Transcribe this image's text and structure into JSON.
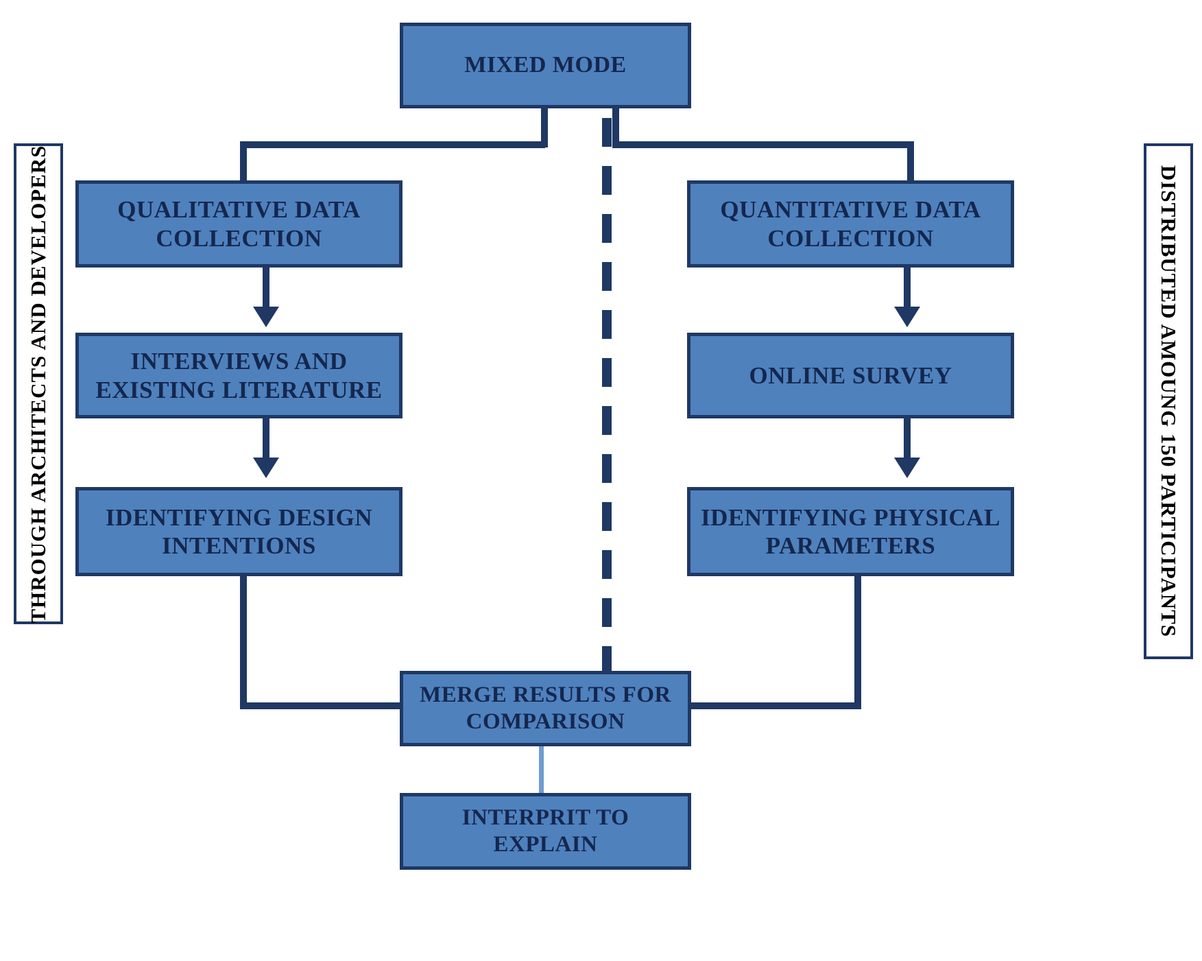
{
  "diagram": {
    "title": "MIXED MODE",
    "branches": {
      "left_caption": "THROUGH ARCHITECTS AND DEVELOPERS",
      "right_caption": "DISTRIBUTED AMOUNG 150 PARTICIPANTS"
    },
    "nodes": {
      "root": "MIXED MODE",
      "left_1": "QUALITATIVE DATA\nCOLLECTION",
      "left_2": "INTERVIEWS AND\nEXISTING LITERATURE",
      "left_3": "IDENTIFYING DESIGN\nINTENTIONS",
      "right_1": "QUANTITATIVE DATA\nCOLLECTION",
      "right_2": "ONLINE SURVEY",
      "right_3": "IDENTIFYING PHYSICAL\nPARAMETERS",
      "merge": "MERGE RESULTS FOR\nCOMPARISON",
      "interpret": "INTERPRIT TO\nEXPLAIN"
    },
    "colors": {
      "box_fill": "#4f81bd",
      "box_border": "#1f3864",
      "connector": "#1f3864",
      "connector_light": "#6f9bd1",
      "caption_text": "#000000",
      "box_text": "#14274e",
      "background": "#ffffff"
    }
  }
}
